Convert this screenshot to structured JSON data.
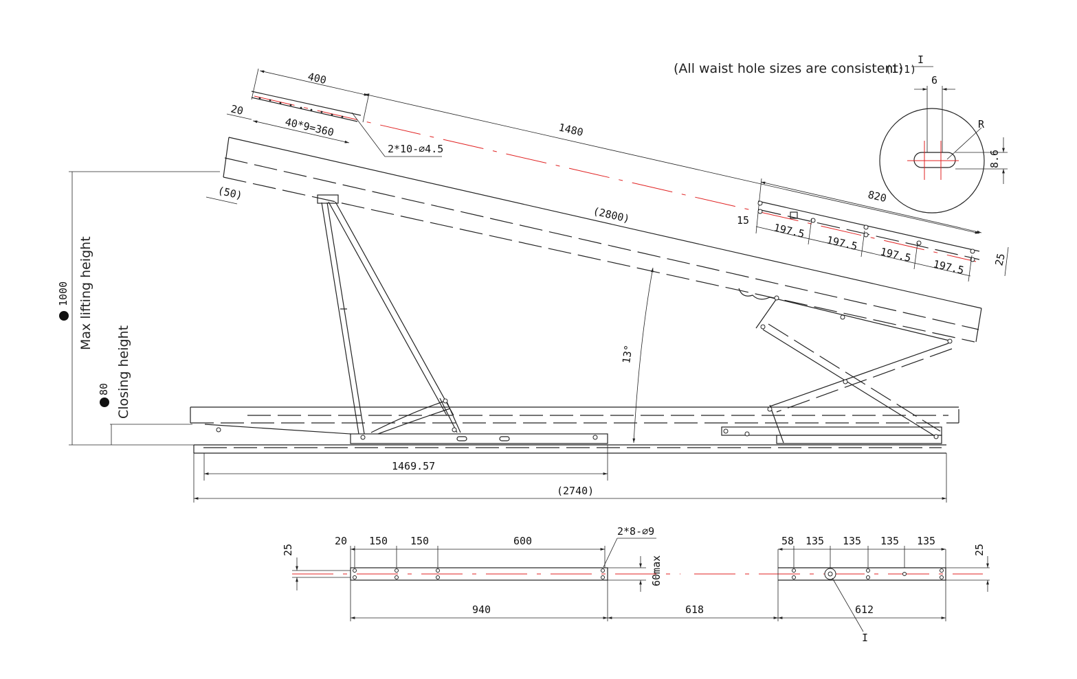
{
  "note": {
    "text": "(All waist hole sizes are consistent)",
    "scale": "(1:1)",
    "detail_ref": "I"
  },
  "detail": {
    "width": "6",
    "height": "8.6",
    "radius": "R"
  },
  "labels": {
    "max_height_value": "1000",
    "max_height_text": "Max lifting height",
    "closing_height_value": "80",
    "closing_height_text": "Closing height"
  },
  "dimensions": {
    "top_400": "400",
    "top_20": "20",
    "holes_pitch": "40*9=360",
    "holes_dia": "2*10-∅4.5",
    "length_1480": "1480",
    "length_820": "820",
    "offset_15": "15",
    "spacing_1": "197.5",
    "spacing_2": "197.5",
    "spacing_3": "197.5",
    "spacing_4": "197.5",
    "edge_25": "25",
    "end_50": "(50)",
    "total_2800": "(2800)",
    "angle": "13°",
    "base_1469": "1469.57",
    "base_2740": "(2740)"
  },
  "bottom_left": {
    "d20": "20",
    "d150a": "150",
    "d150b": "150",
    "d600": "600",
    "holes": "2*8-∅9",
    "d25": "25",
    "d60max": "60max",
    "d940": "940"
  },
  "bottom_mid": {
    "d618": "618"
  },
  "bottom_right": {
    "d58": "58",
    "d135a": "135",
    "d135b": "135",
    "d135c": "135",
    "d135d": "135",
    "d25": "25",
    "d612": "612",
    "detail_ref": "I"
  }
}
